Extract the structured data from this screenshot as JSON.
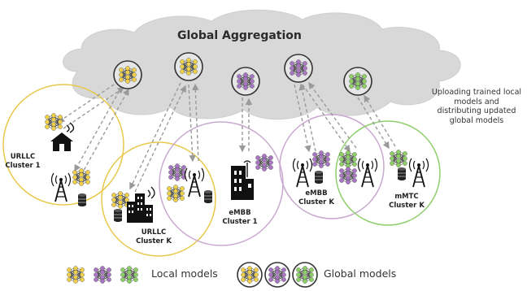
{
  "title": "Global Aggregation",
  "note": "Uploading trained local models and distributing updated global models",
  "clusters": [
    {
      "label": "URLLC\nCluster 1",
      "color": "#e8c84a"
    },
    {
      "label": "URLLC\nCluster K",
      "color": "#e8c84a"
    },
    {
      "label": "eMBB\nCluster 1",
      "color": "#b27fc4"
    },
    {
      "label": "eMBB\nCluster K",
      "color": "#b27fc4"
    },
    {
      "label": "mMTC\nCluster K",
      "color": "#8fcf6e"
    }
  ],
  "legend": {
    "local_label": "Local models",
    "global_label": "Global models"
  },
  "colors": {
    "urllc": "#f0d046",
    "embb": "#a874c4",
    "mmtc": "#8ccf62",
    "cloud": "#d9d9d9",
    "arrow": "#9a9a9a"
  },
  "icons": [
    "neural-network-icon",
    "cell-tower-icon",
    "database-icon",
    "house-icon",
    "city-icon",
    "building-icon"
  ]
}
